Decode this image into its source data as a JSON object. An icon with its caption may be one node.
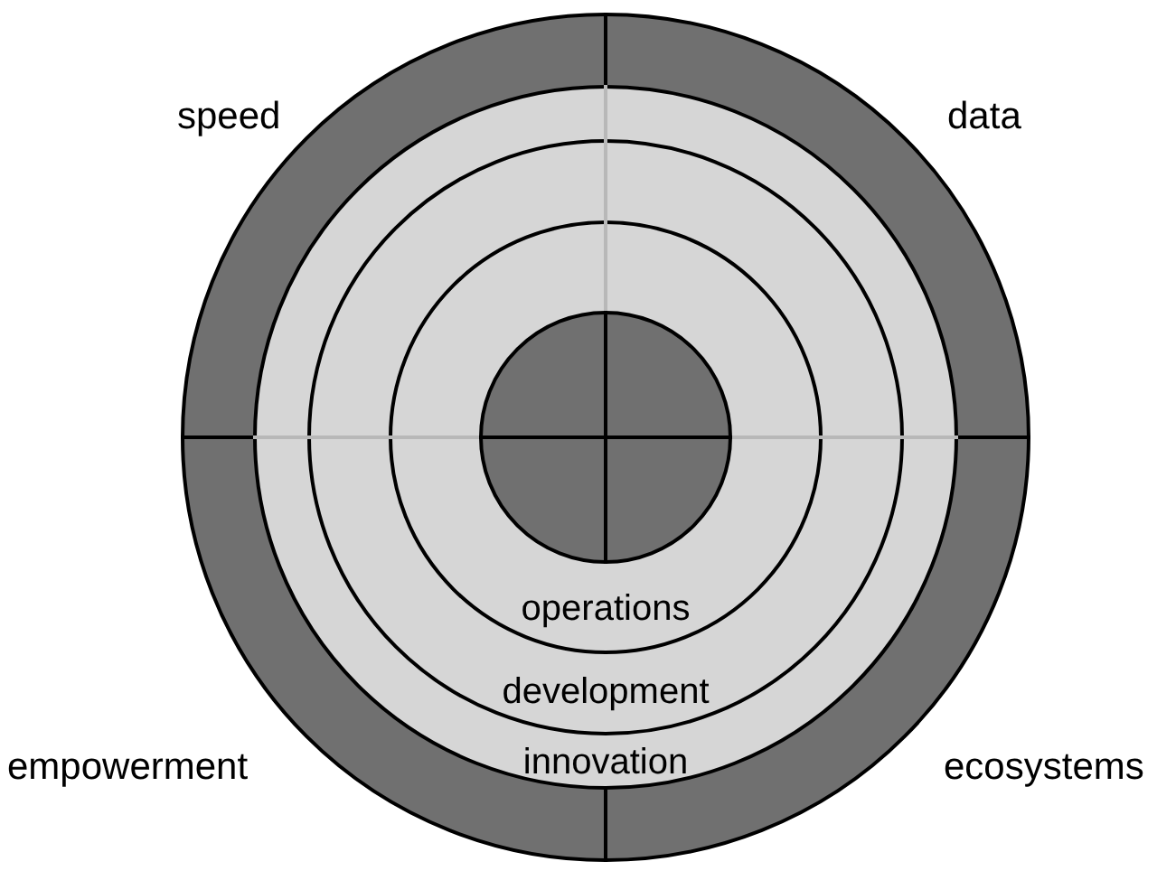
{
  "diagram": {
    "nodes": [
      {
        "text": [],
        "shape": "circle"
      },
      {
        "text": [
          "innovation"
        ],
        "in": 0
      },
      {
        "text": [
          "development"
        ],
        "in": 1
      },
      {
        "text": [
          "operations"
        ],
        "in": 2
      },
      {
        "text": [],
        "shape": "circle",
        "in": 3
      }
    ],
    "labels": [
      "speed",
      "data",
      "empowerment",
      "ecosystems"
    ]
  }
}
